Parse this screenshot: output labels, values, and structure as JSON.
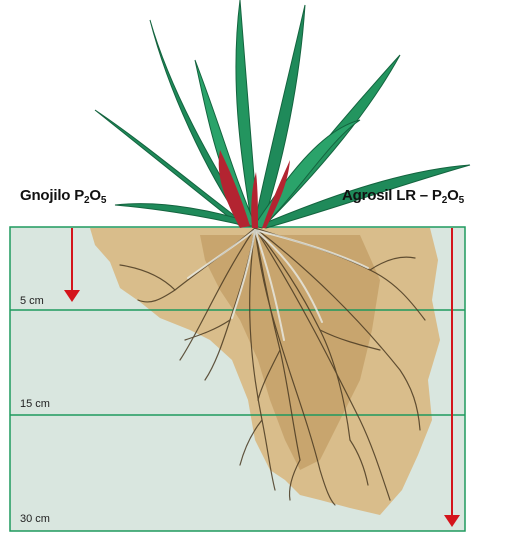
{
  "labels": {
    "left": {
      "text": "Gnojilo P",
      "sub1": "2",
      "mid": "O",
      "sub2": "5"
    },
    "right": {
      "text": "Agrosil LR – P",
      "sub1": "2",
      "mid": "O",
      "sub2": "5"
    }
  },
  "depths": [
    "5 cm",
    "15 cm",
    "30 cm"
  ],
  "colors": {
    "soil_panel": "#d9e6df",
    "panel_border": "#1f9a5e",
    "depth_line": "#1f9a5e",
    "arrow": "#d4141b",
    "leaf": "#1f8a5a",
    "leaf_dark": "#14643f",
    "stem_red": "#b32431",
    "root_soil": "#d8b882",
    "root": "#4a3a22"
  },
  "icons": [
    "plant-illustration",
    "roots-illustration",
    "down-arrow-icon"
  ]
}
